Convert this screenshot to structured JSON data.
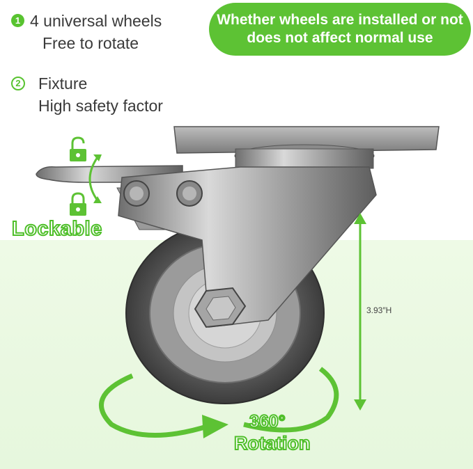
{
  "features": [
    {
      "num": "1",
      "line1": "4 universal wheels",
      "line2": "Free to rotate"
    },
    {
      "num": "2",
      "line1": "Fixture",
      "line2": "High safety factor"
    }
  ],
  "banner": {
    "text": "Whether wheels are installed or not does not affect normal use"
  },
  "labels": {
    "lockable": "Lockable",
    "rotation_degrees": "360°",
    "rotation_word": "Rotation",
    "height": "3.93″H"
  },
  "icons": [
    "unlocked-padlock-icon",
    "locked-padlock-icon",
    "rotate-arrow-icon",
    "height-arrow-icon"
  ],
  "colors": {
    "accent": "#5dc234",
    "text": "#3a3a3a",
    "background_tint": "#eaf8e1"
  }
}
